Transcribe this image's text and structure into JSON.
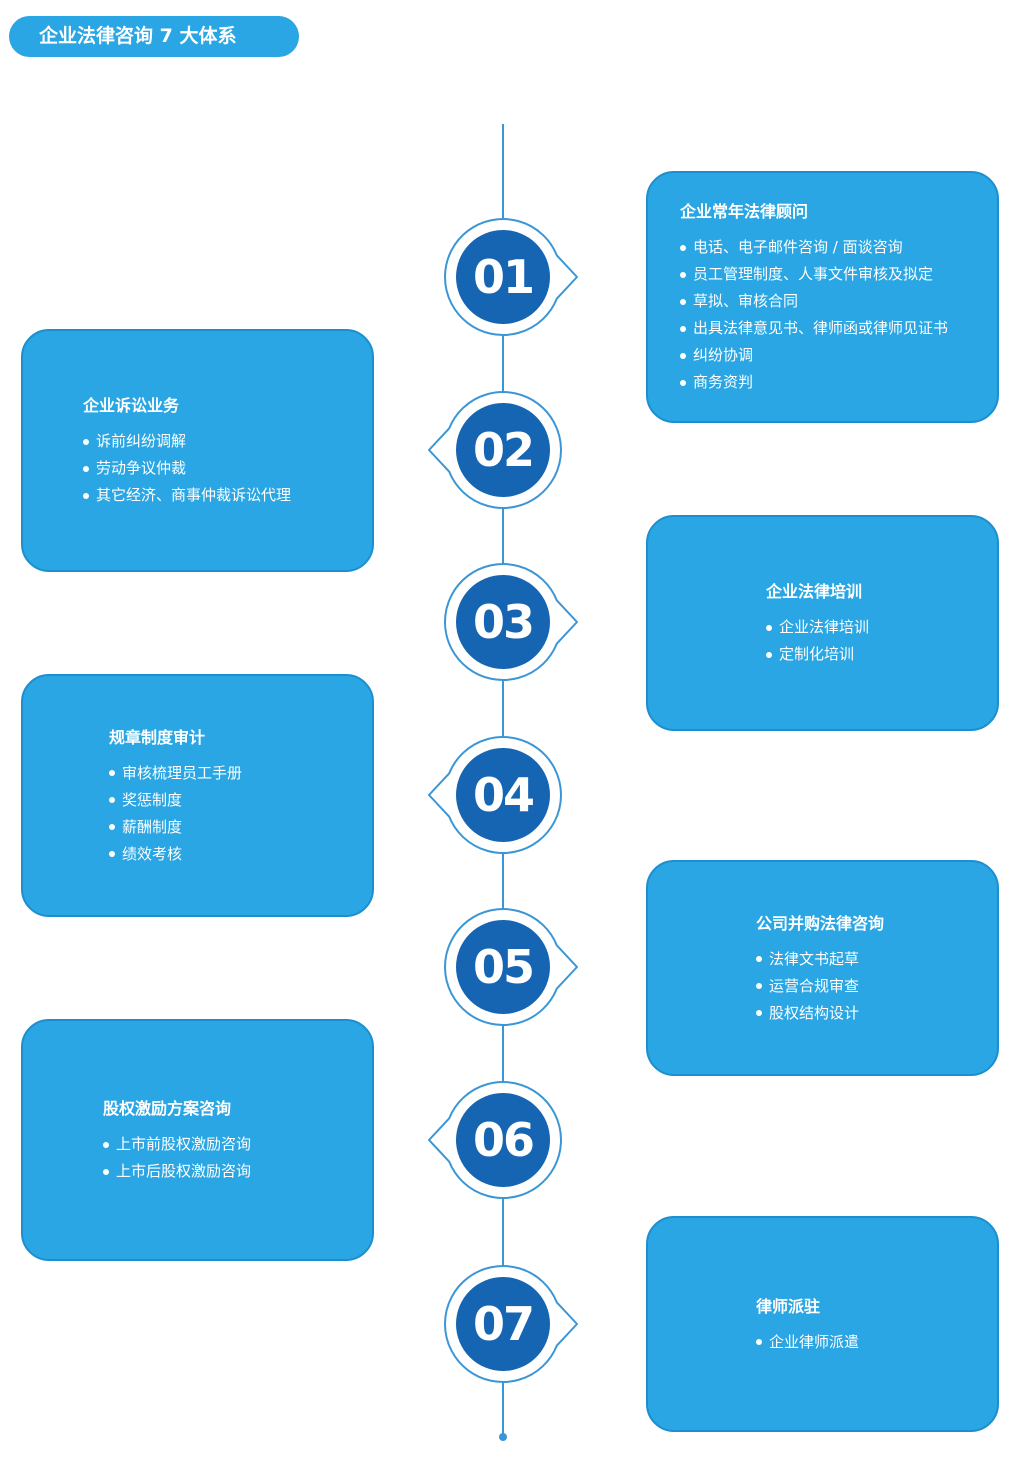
{
  "header": {
    "title": "企业法律咨询 7 大体系"
  },
  "colors": {
    "card_fill": "#29a6e3",
    "card_border": "#1d8fcf",
    "number_circle": "#1565b2",
    "timeline_line": "#3a96d6",
    "title_pill": "#29a6e3",
    "text": "#ffffff"
  },
  "systems": [
    {
      "number": "01",
      "title": "企业常年法律顾问",
      "items": [
        "电话、电子邮件咨询 / 面谈咨询",
        "员工管理制度、人事文件审核及拟定",
        "草拟、审核合同",
        "出具法律意见书、律师函或律师见证书",
        "纠纷协调",
        "商务资判"
      ]
    },
    {
      "number": "02",
      "title": "企业诉讼业务",
      "items": [
        "诉前纠纷调解",
        "劳动争议仲裁",
        "其它经济、商事仲裁诉讼代理"
      ]
    },
    {
      "number": "03",
      "title": "企业法律培训",
      "items": [
        "企业法律培训",
        "定制化培训"
      ]
    },
    {
      "number": "04",
      "title": "规章制度审计",
      "items": [
        "审核梳理员工手册",
        "奖惩制度",
        "薪酬制度",
        "绩效考核"
      ]
    },
    {
      "number": "05",
      "title": "公司并购法律咨询",
      "items": [
        "法律文书起草",
        "运营合规审查",
        "股权结构设计"
      ]
    },
    {
      "number": "06",
      "title": "股权激励方案咨询",
      "items": [
        "上市前股权激励咨询",
        "上市后股权激励咨询"
      ]
    },
    {
      "number": "07",
      "title": "律师派驻",
      "items": [
        "企业律师派遣"
      ]
    }
  ]
}
